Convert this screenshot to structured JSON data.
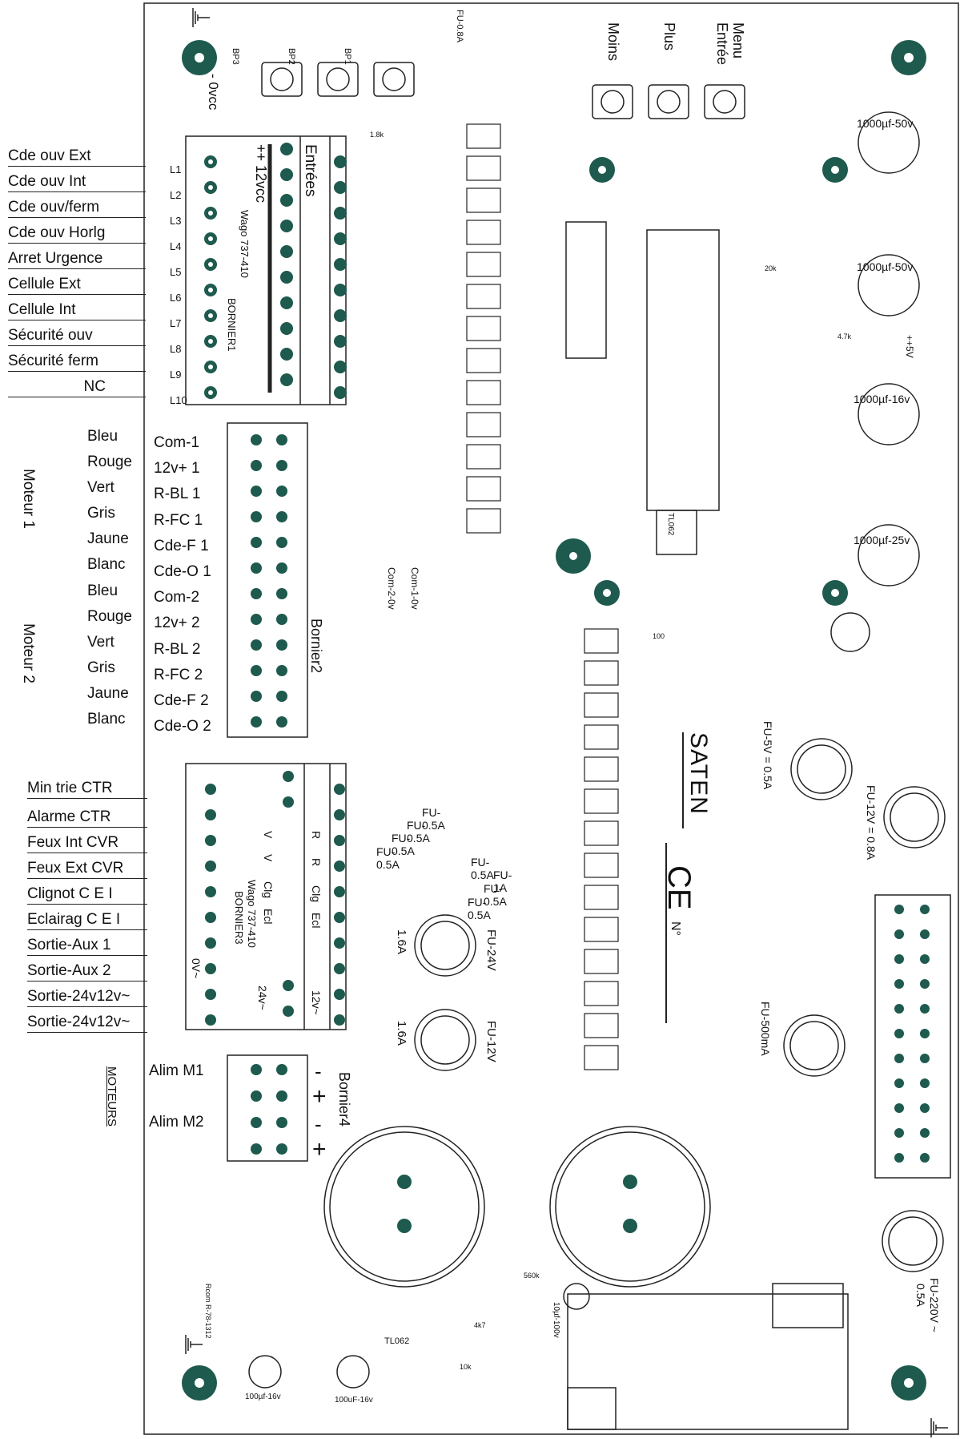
{
  "board": {
    "brand": "SATEN",
    "ce_mark": "CE",
    "serial_label": "N°",
    "ground_symbol": "ground-icon"
  },
  "top_buttons": {
    "bp3": "BP3",
    "bp2": "BP2",
    "bp1": "BP1",
    "moins": "Moins",
    "plus": "Plus",
    "menu": "Menu",
    "entree": "Entrée",
    "fuse_top": "FU-0.8A"
  },
  "bornier1": {
    "zero_vcc": "- 0vcc",
    "twelve_vcc": "++ 12vcc",
    "entrees": "Entrées",
    "wago": "Wago 737-410",
    "name": "BORNIER1",
    "rows": [
      "L1",
      "L2",
      "L3",
      "L4",
      "L5",
      "L6",
      "L7",
      "L8",
      "L9",
      "L10"
    ],
    "signals": [
      "Cde ouv Ext",
      "Cde ouv Int",
      "Cde ouv/ferm",
      "Cde ouv Horlg",
      "Arret Urgence",
      "Cellule Ext",
      "Cellule Int",
      "Sécurité ouv",
      "Sécurité ferm",
      "NC"
    ]
  },
  "bornier2": {
    "name": "Bornier2",
    "moteur1": "Moteur 1",
    "moteur2": "Moteur 2",
    "wires": [
      "Bleu",
      "Rouge",
      "Vert",
      "Gris",
      "Jaune",
      "Blanc",
      "Bleu",
      "Rouge",
      "Vert",
      "Gris",
      "Jaune",
      "Blanc"
    ],
    "terminals": [
      "Com-1",
      "12v+ 1",
      "R-BL 1",
      "R-FC 1",
      "Cde-F 1",
      "Cde-O 1",
      "Com-2",
      "12v+ 2",
      "R-BL 2",
      "R-FC 2",
      "Cde-F 2",
      "Cde-O 2"
    ],
    "com_labels": [
      "Com-2-0v",
      "Com-1-0v"
    ]
  },
  "bornier3": {
    "name": "BORNIER3",
    "wago": "Wago 737-410",
    "signals": [
      "Min trie CTR",
      "Alarme CTR",
      "Feux Int CVR",
      "Feux Ext CVR",
      "Clignot C E I",
      "Eclairag C E I",
      "Sortie-Aux 1",
      "Sortie-Aux 2",
      "Sortie-24v12v~",
      "Sortie-24v12v~"
    ],
    "inner": [
      "V",
      "V",
      "Clg",
      "Ecl",
      "0V~",
      "24v~",
      "R",
      "R",
      "Clg",
      "Ecl",
      "12v~"
    ]
  },
  "bornier4": {
    "name": "Bornier4",
    "moteurs": "MOTEURS",
    "alim_m1": "Alim M1",
    "alim_m2": "Alim M2",
    "signs": [
      "-",
      "+",
      "-",
      "+"
    ]
  },
  "fuses": {
    "small": [
      "FU-0.5A",
      "FU-0.5A",
      "FU-0.5A",
      "FU-0.5A",
      "FU-0.5A",
      "FU-1A",
      "FU-0.5A",
      "FU-0.5A"
    ],
    "fu24": "FU-24V",
    "fu24_rating": "1.6A",
    "fu12": "FU-12V",
    "fu12_rating": "1.6A",
    "fu5": "FU-5V = 0.5A",
    "fu12b": "FU-12V = 0.8A",
    "fu500": "FU-500mA",
    "fu220": "FU-220V ~",
    "fu220_rating": "0.5A"
  },
  "caps": {
    "c1": "1000µf-50v",
    "c2": "1000µf-50v",
    "c3": "1000µf-16v",
    "c4": "1000µf-25v",
    "c5": "100µf-16v",
    "c6": "100uF-16v",
    "c7": "10µf-100v",
    "plus5v": "++5V"
  },
  "parts": {
    "tl062a": "TL062",
    "tl062b": "TL062",
    "relay": "Rcom R-78-1312",
    "res": [
      "1.8k",
      "4.7k",
      "20k",
      "10k",
      "560k",
      "4k7",
      "100"
    ]
  }
}
